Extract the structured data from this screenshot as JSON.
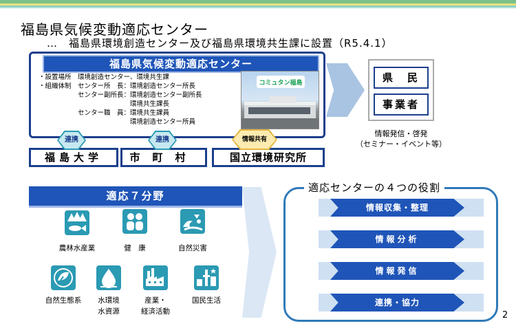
{
  "title": "福島県気候変動適応センター",
  "subtitle": "…　福島県環境創造センター及び福島県環境共生課に設置（R5.4.1）",
  "center": {
    "header": "福島県気候変動適応センター",
    "rows": [
      "・設置場所　環境創造センター、環境共生課",
      "・組織体制　センター所　長：環境創造センター所長",
      "　　　　　　センター副所長：環境創造センター副所長",
      "　　　　　　　　　　　　　　環境共生課長",
      "　　　　　　センター職　員：環境共生課員",
      "　　　　　　　　　　　　　　環境創造センター所員"
    ],
    "photo_sign": "コミュタン福島"
  },
  "partners": {
    "p1": {
      "badge": "連携",
      "name": "福島大学"
    },
    "p2": {
      "badge": "連携",
      "name": "市町村"
    },
    "p3": {
      "badge": "情報共有",
      "name": "国立環境研究所"
    }
  },
  "targets": [
    "県　民",
    "事業者"
  ],
  "target_note": [
    "情報発信・啓発",
    "（セミナー・イベント等）"
  ],
  "adaptation": {
    "header": "適応７分野",
    "fields": [
      {
        "icon": "forest-fish-icon",
        "label": "農林水産業"
      },
      {
        "icon": "health-people-icon",
        "label": "健　康"
      },
      {
        "icon": "disaster-wave-icon",
        "label": "自然災害"
      },
      {
        "icon": "ecosystem-leaf-icon",
        "label": "自然生態系"
      },
      {
        "icon": "water-drop-icon",
        "label": "水環境",
        "label2": "水資源"
      },
      {
        "icon": "factory-icon",
        "label": "産業・",
        "label2": "経済活動"
      },
      {
        "icon": "city-tower-icon",
        "label": "国民生活"
      }
    ]
  },
  "roles": {
    "title": "適応センターの４つの役割",
    "items": [
      "情報収集・整理",
      "情報分析",
      "情報発信",
      "連携・協力"
    ]
  },
  "page_number": "2",
  "colors": {
    "navy": "#1b3f8c",
    "blue": "#1f55b8",
    "teal": "#2b9ab3",
    "light_blue": "#a9c4e2",
    "stripe_green": "#7cc08a",
    "stripe_yellow": "#e8e27a"
  }
}
